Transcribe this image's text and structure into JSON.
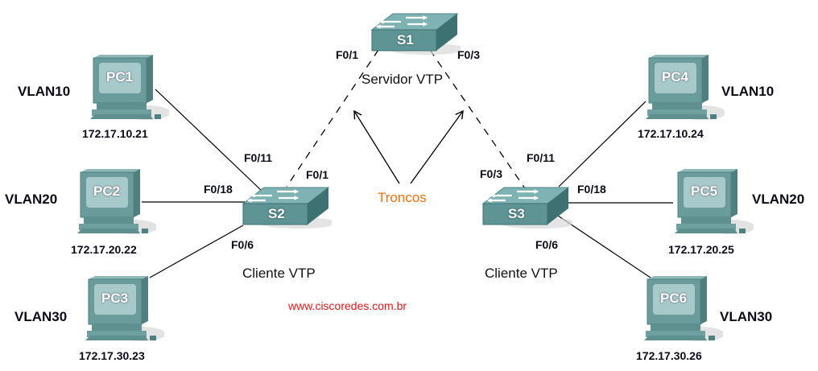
{
  "switches": [
    {
      "id": "S1",
      "name": "S1",
      "role": "Servidor VTP"
    },
    {
      "id": "S2",
      "name": "S2",
      "role": "Cliente VTP"
    },
    {
      "id": "S3",
      "name": "S3",
      "role": "Cliente VTP"
    }
  ],
  "pcs": [
    {
      "id": "PC1",
      "name": "PC1",
      "vlan": "VLAN10",
      "ip": "172.17.10.21"
    },
    {
      "id": "PC2",
      "name": "PC2",
      "vlan": "VLAN20",
      "ip": "172.17.20.22"
    },
    {
      "id": "PC3",
      "name": "PC3",
      "vlan": "VLAN30",
      "ip": "172.17.30.23"
    },
    {
      "id": "PC4",
      "name": "PC4",
      "vlan": "VLAN10",
      "ip": "172.17.10.24"
    },
    {
      "id": "PC5",
      "name": "PC5",
      "vlan": "VLAN20",
      "ip": "172.17.20.25"
    },
    {
      "id": "PC6",
      "name": "PC6",
      "vlan": "VLAN30",
      "ip": "172.17.30.26"
    }
  ],
  "ports": {
    "s1_left": "F0/1",
    "s1_right": "F0/3",
    "s2_trunk": "F0/1",
    "s2_pc1": "F0/11",
    "s2_pc2": "F0/18",
    "s2_pc3": "F0/6",
    "s3_trunk": "F0/3",
    "s3_pc4": "F0/11",
    "s3_pc5": "F0/18",
    "s3_pc6": "F0/6"
  },
  "links": [
    {
      "from": "S1",
      "to": "S2",
      "type": "trunk"
    },
    {
      "from": "S1",
      "to": "S3",
      "type": "trunk"
    },
    {
      "from": "S2",
      "to": "PC1",
      "type": "access"
    },
    {
      "from": "S2",
      "to": "PC2",
      "type": "access"
    },
    {
      "from": "S2",
      "to": "PC3",
      "type": "access"
    },
    {
      "from": "S3",
      "to": "PC4",
      "type": "access"
    },
    {
      "from": "S3",
      "to": "PC5",
      "type": "access"
    },
    {
      "from": "S3",
      "to": "PC6",
      "type": "access"
    }
  ],
  "trunk_label": "Troncos",
  "website": "www.ciscoredes.com.br"
}
